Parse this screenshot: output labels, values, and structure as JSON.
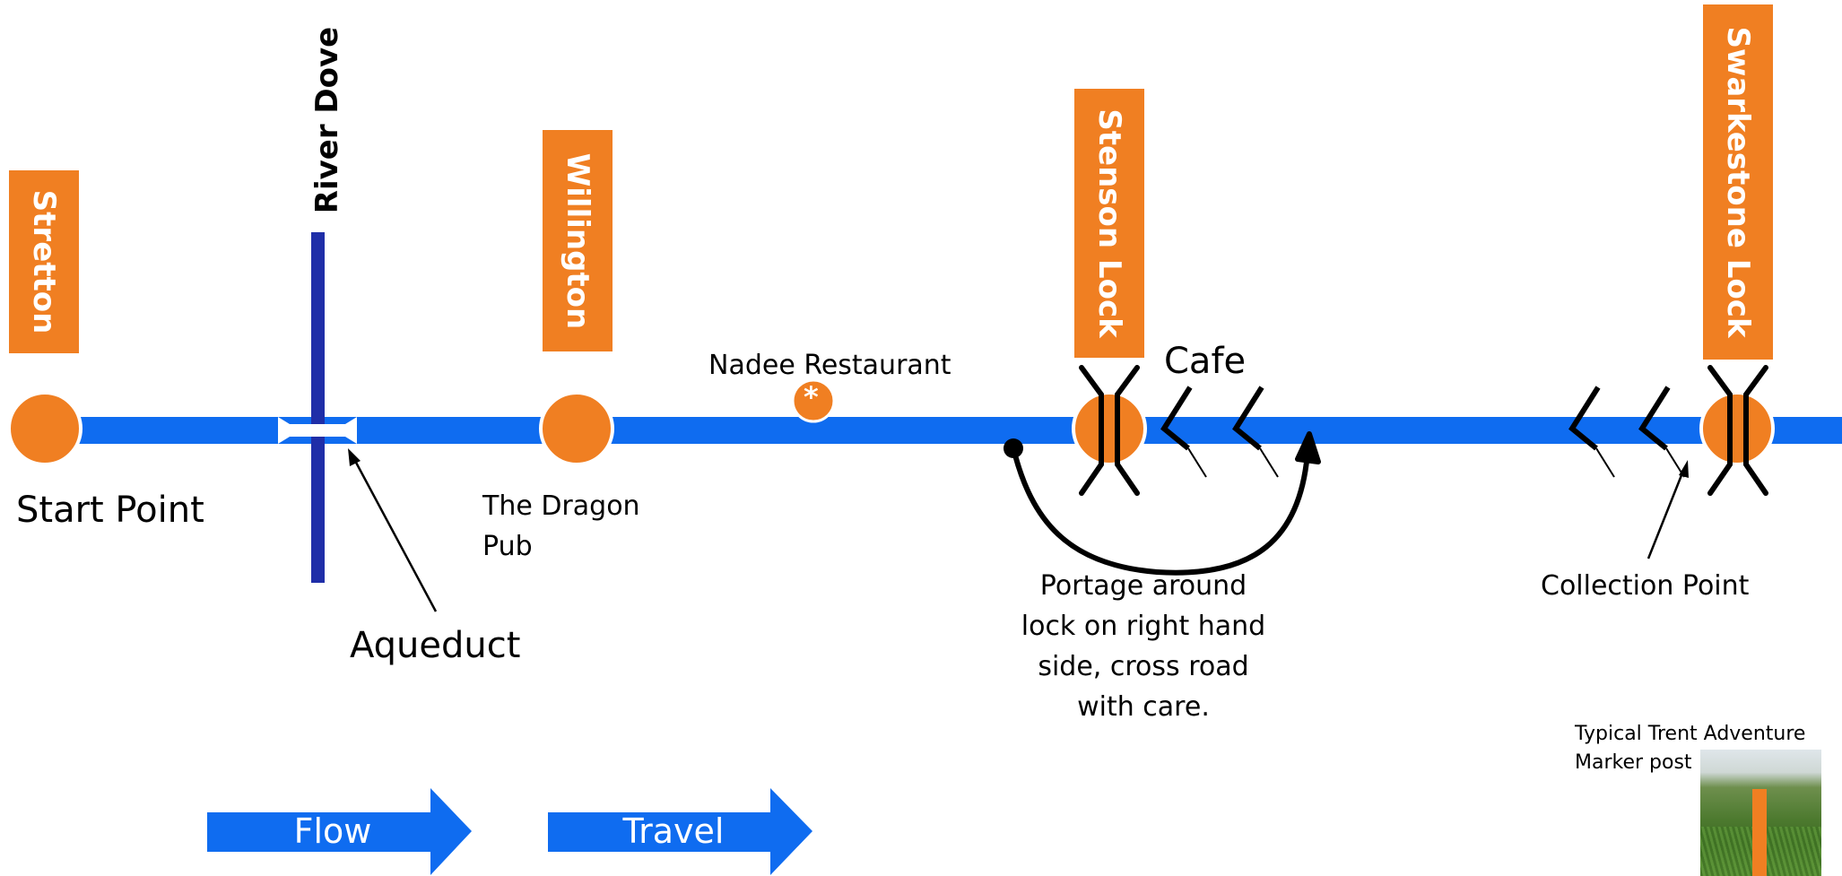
{
  "signs": {
    "stretton": "Stretton",
    "willington": "Willington",
    "stenson_lock": "Stenson Lock",
    "swarkestone_lock": "Swarkestone Lock"
  },
  "river": {
    "name": "River Dove"
  },
  "labels": {
    "start_point": "Start Point",
    "aqueduct": "Aqueduct",
    "dragon_pub_line1": "The Dragon",
    "dragon_pub_line2": "Pub",
    "nadee_restaurant": "Nadee Restaurant",
    "restaurant_marker": "*",
    "cafe": "Cafe",
    "portage_line1": "Portage around",
    "portage_line2": "lock on right hand",
    "portage_line3": "side, cross road",
    "portage_line4": "with care.",
    "collection_point": "Collection Point",
    "marker_caption_line1": "Typical  Trent Adventure",
    "marker_caption_line2": "Marker post"
  },
  "arrows": {
    "flow": "Flow",
    "travel": "Travel"
  },
  "colors": {
    "canal": "#0f6cf0",
    "orange": "#f07f22",
    "river": "#1f2ea8",
    "black": "#000000"
  }
}
